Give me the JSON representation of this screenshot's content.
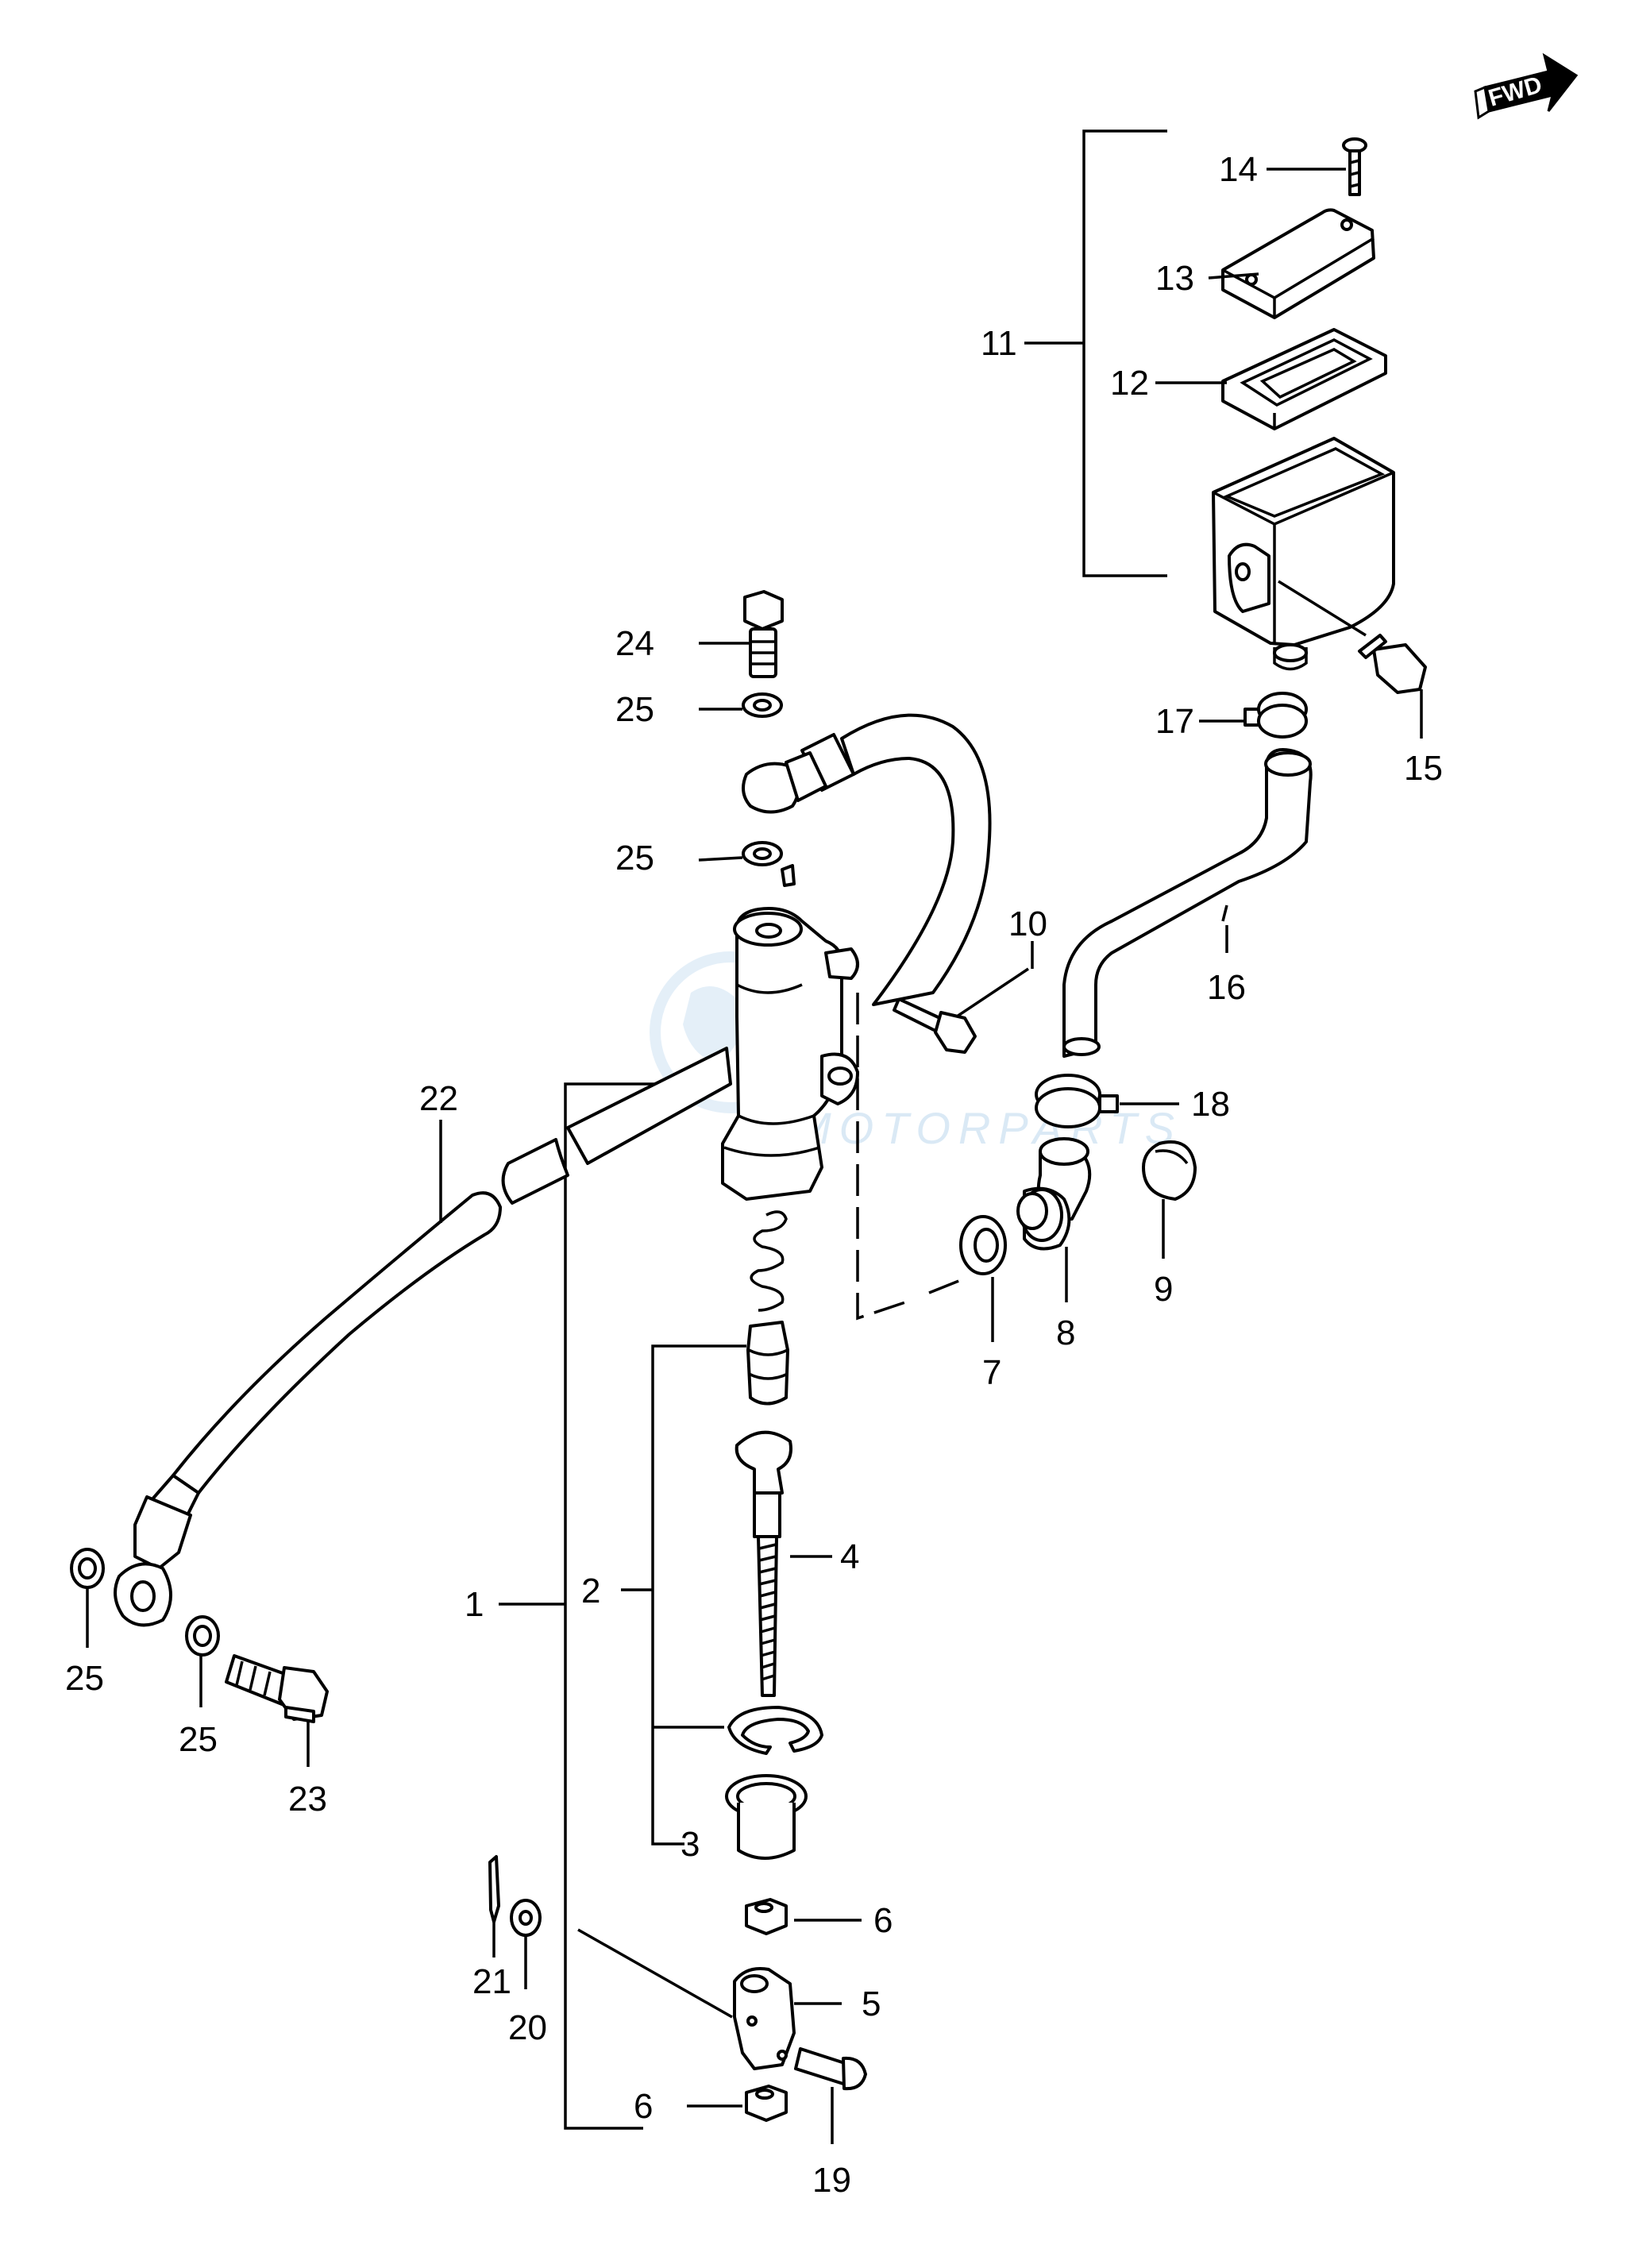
{
  "diagram": {
    "direction_badge": "FWD",
    "watermark": "MOTORPARTS",
    "callouts": [
      {
        "id": "c1",
        "text": "1"
      },
      {
        "id": "c2",
        "text": "2"
      },
      {
        "id": "c3",
        "text": "3"
      },
      {
        "id": "c4",
        "text": "4"
      },
      {
        "id": "c5",
        "text": "5"
      },
      {
        "id": "c6a",
        "text": "6"
      },
      {
        "id": "c6b",
        "text": "6"
      },
      {
        "id": "c7",
        "text": "7"
      },
      {
        "id": "c8",
        "text": "8"
      },
      {
        "id": "c9",
        "text": "9"
      },
      {
        "id": "c10",
        "text": "10"
      },
      {
        "id": "c11",
        "text": "11"
      },
      {
        "id": "c12",
        "text": "12"
      },
      {
        "id": "c13",
        "text": "13"
      },
      {
        "id": "c14",
        "text": "14"
      },
      {
        "id": "c15",
        "text": "15"
      },
      {
        "id": "c16",
        "text": "16"
      },
      {
        "id": "c17",
        "text": "17"
      },
      {
        "id": "c18",
        "text": "18"
      },
      {
        "id": "c19",
        "text": "19"
      },
      {
        "id": "c20",
        "text": "20"
      },
      {
        "id": "c21",
        "text": "21"
      },
      {
        "id": "c22",
        "text": "22"
      },
      {
        "id": "c23",
        "text": "23"
      },
      {
        "id": "c24",
        "text": "24"
      },
      {
        "id": "c25a",
        "text": "25"
      },
      {
        "id": "c25b",
        "text": "25"
      },
      {
        "id": "c25c",
        "text": "25"
      },
      {
        "id": "c25d",
        "text": "25"
      }
    ]
  }
}
